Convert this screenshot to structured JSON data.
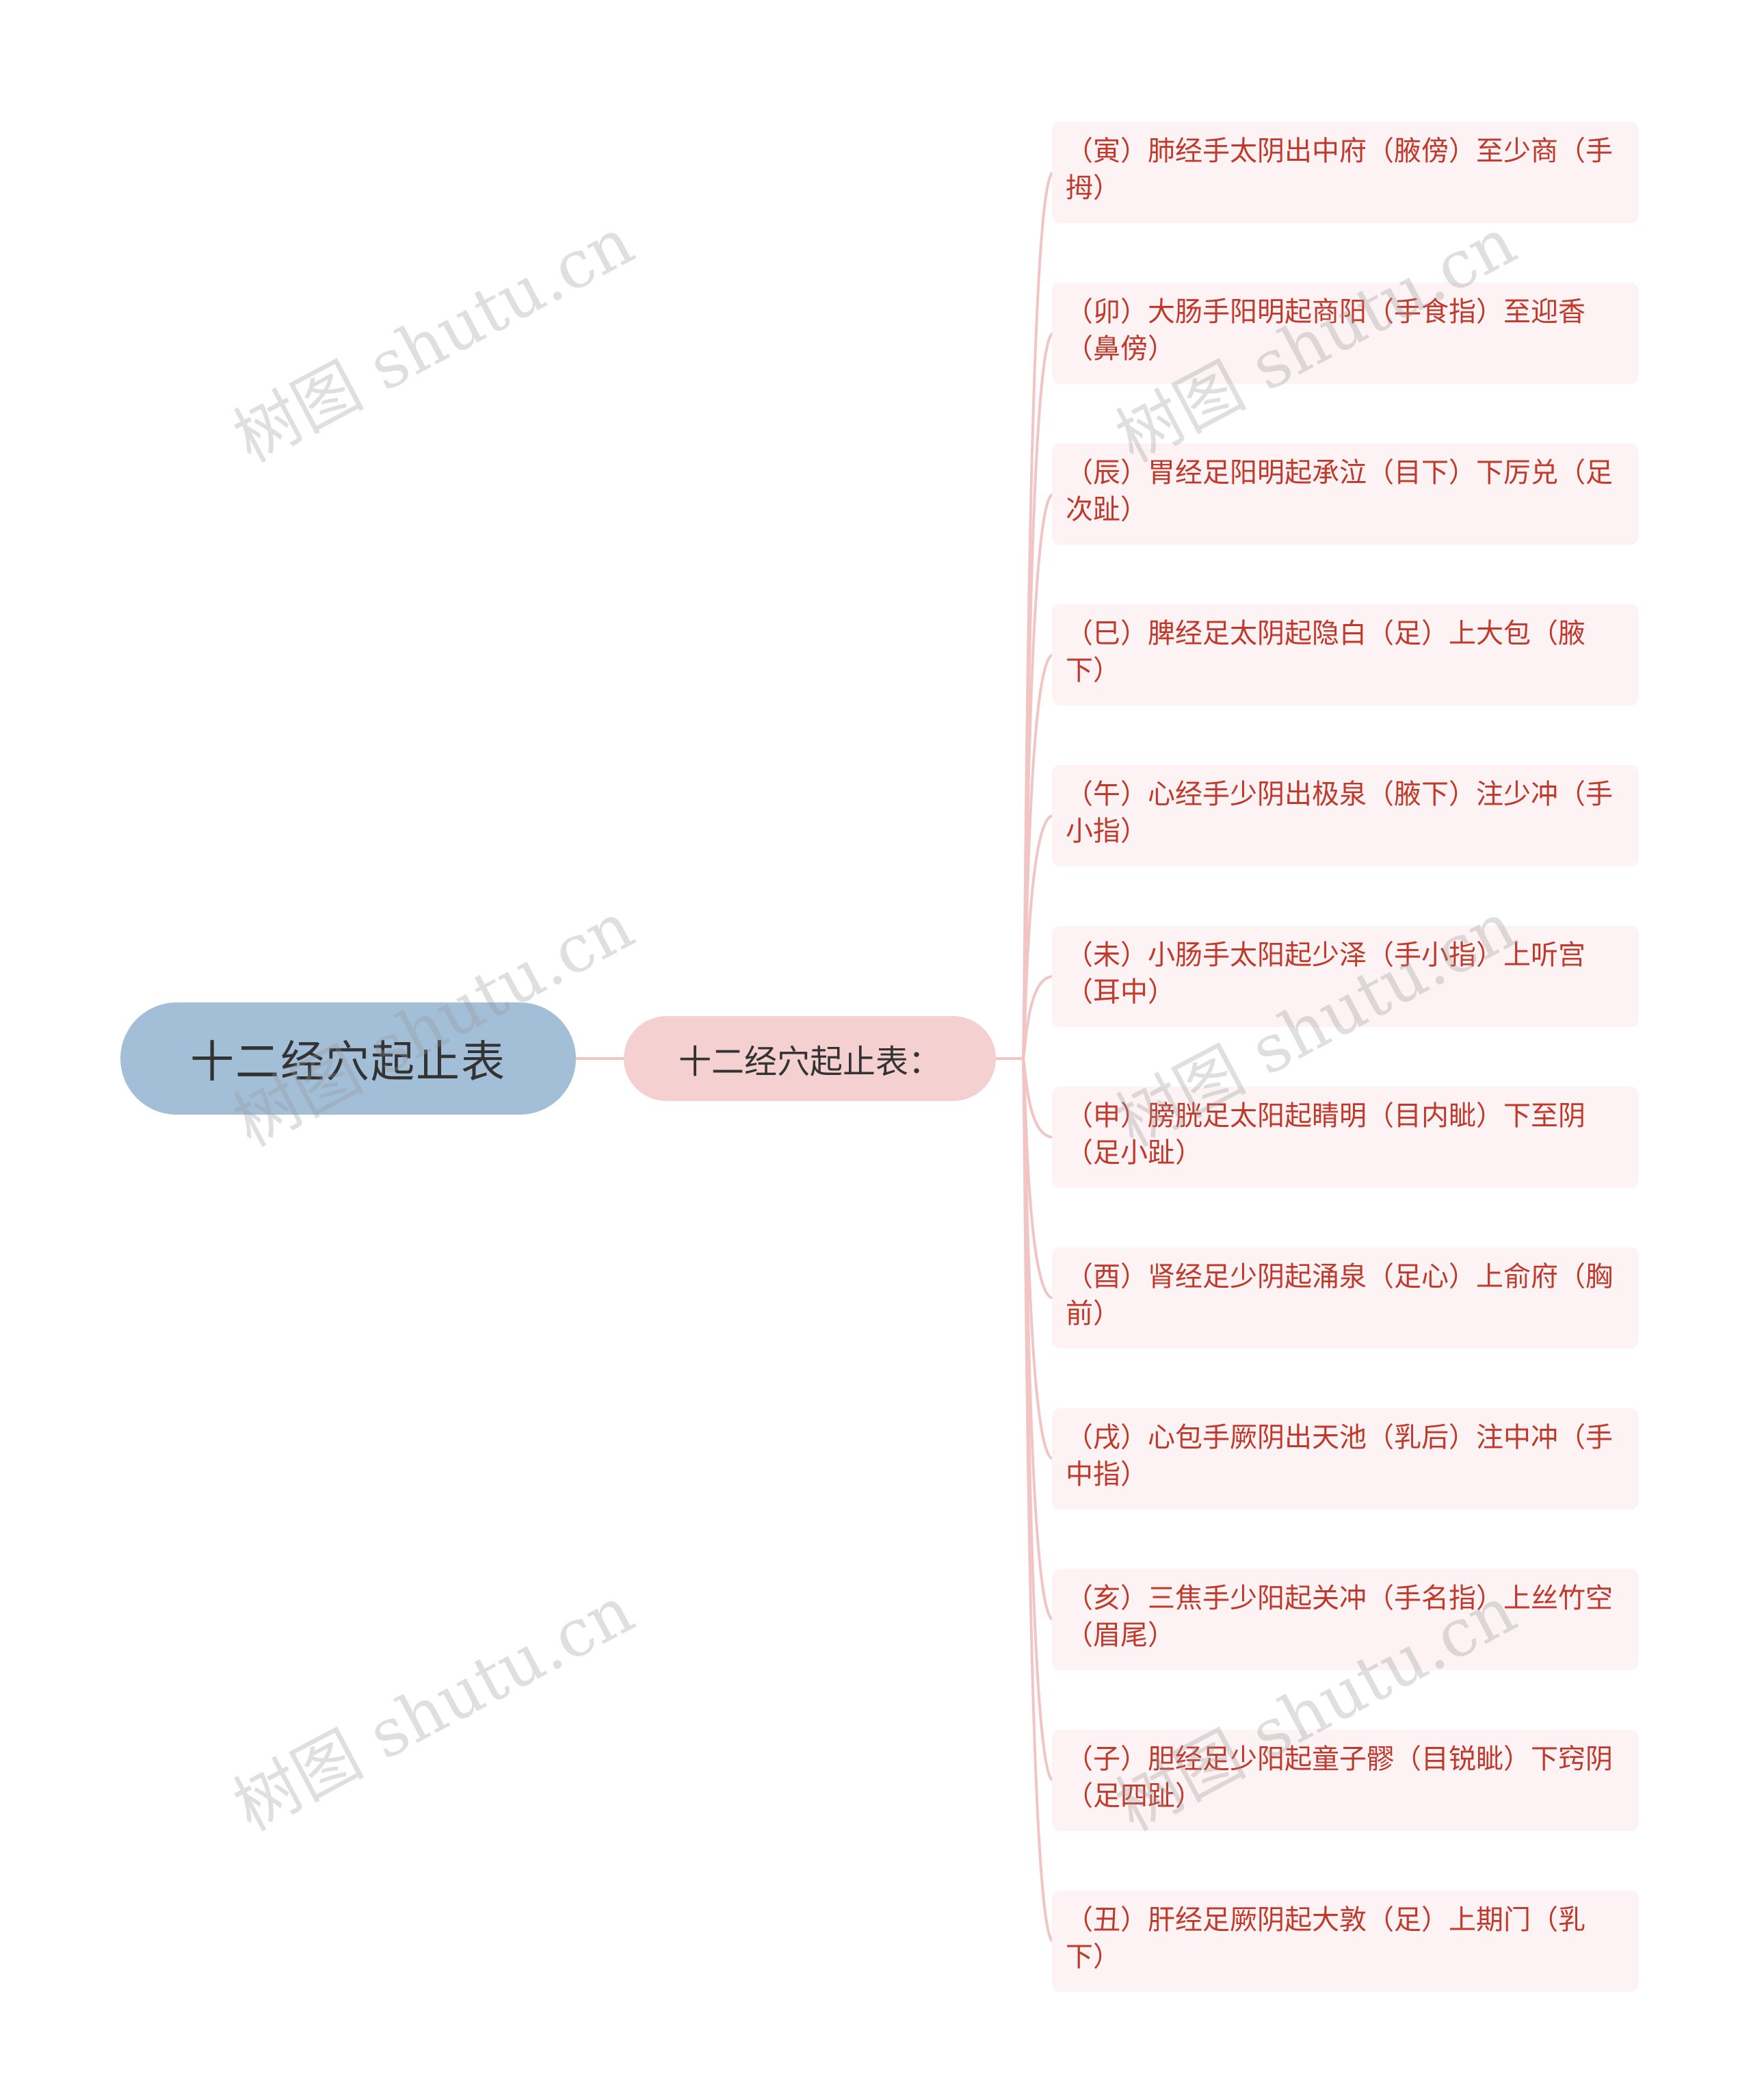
{
  "root": {
    "label": "十二经穴起止表"
  },
  "branch": {
    "label": "十二经穴起止表："
  },
  "leaves": [
    "（寅）肺经手太阴出中府（腋傍）至少商（手拇）",
    "（卯）大肠手阳明起商阳（手食指）至迎香（鼻傍）",
    "（辰）胃经足阳明起承泣（目下）下厉兑（足次趾）",
    "（巳）脾经足太阴起隐白（足）上大包（腋下）",
    "（午）心经手少阴出极泉（腋下）注少冲（手小指）",
    "（未）小肠手太阳起少泽（手小指）上听宫（耳中）",
    "（申）膀胱足太阳起睛明（目内眦）下至阴（足小趾）",
    "（酉）肾经足少阴起涌泉（足心）上俞府（胸前）",
    "（戌）心包手厥阴出天池（乳后）注中冲（手中指）",
    "（亥）三焦手少阳起关冲（手名指）上丝竹空（眉尾）",
    "（子）胆经足少阳起童子髎（目锐眦）下窍阴（足四趾）",
    "（丑）肝经足厥阴起大敦（足）上期门（乳下）"
  ],
  "watermark": "树图 shutu.cn",
  "colors": {
    "root_fill": "#a3bfd8",
    "branch_fill": "#f4d0d0",
    "leaf_fill": "#fdf3f4",
    "leaf_text": "#c0392b",
    "connector": "#f2c4c4"
  }
}
